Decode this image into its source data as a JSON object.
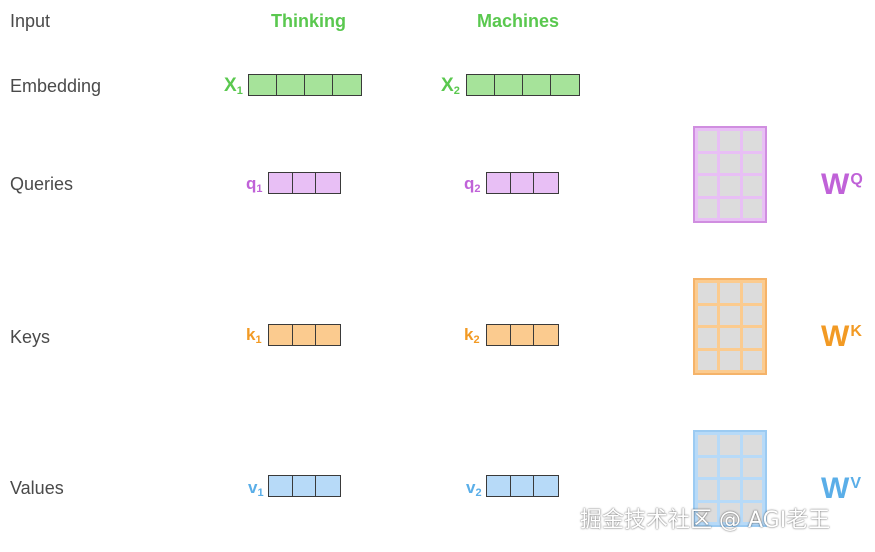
{
  "rows": {
    "input": "Input",
    "embedding": "Embedding",
    "queries": "Queries",
    "keys": "Keys",
    "values": "Values"
  },
  "words": {
    "w1": "Thinking",
    "w2": "Machines"
  },
  "vectors": {
    "x1": {
      "main": "X",
      "sub": "1"
    },
    "x2": {
      "main": "X",
      "sub": "2"
    },
    "q1": {
      "main": "q",
      "sub": "1"
    },
    "q2": {
      "main": "q",
      "sub": "2"
    },
    "k1": {
      "main": "k",
      "sub": "1"
    },
    "k2": {
      "main": "k",
      "sub": "2"
    },
    "v1": {
      "main": "v",
      "sub": "1"
    },
    "v2": {
      "main": "v",
      "sub": "2"
    }
  },
  "weights": {
    "wq": {
      "main": "W",
      "sup": "Q"
    },
    "wk": {
      "main": "W",
      "sup": "K"
    },
    "wv": {
      "main": "W",
      "sup": "V"
    }
  },
  "colors": {
    "green_text": "#5ac84f",
    "green_fill": "#a6e39a",
    "purple_text": "#c062d8",
    "purple_fill": "#e8bff5",
    "purple_border": "#d08ee0",
    "orange_text": "#f29a24",
    "orange_fill": "#fbcb8f",
    "orange_border": "#f5b369",
    "blue_text": "#5aaee8",
    "blue_fill": "#b7daf8",
    "blue_border": "#9ccbf2"
  },
  "watermark": "掘金技术社区 @ AGI老王"
}
